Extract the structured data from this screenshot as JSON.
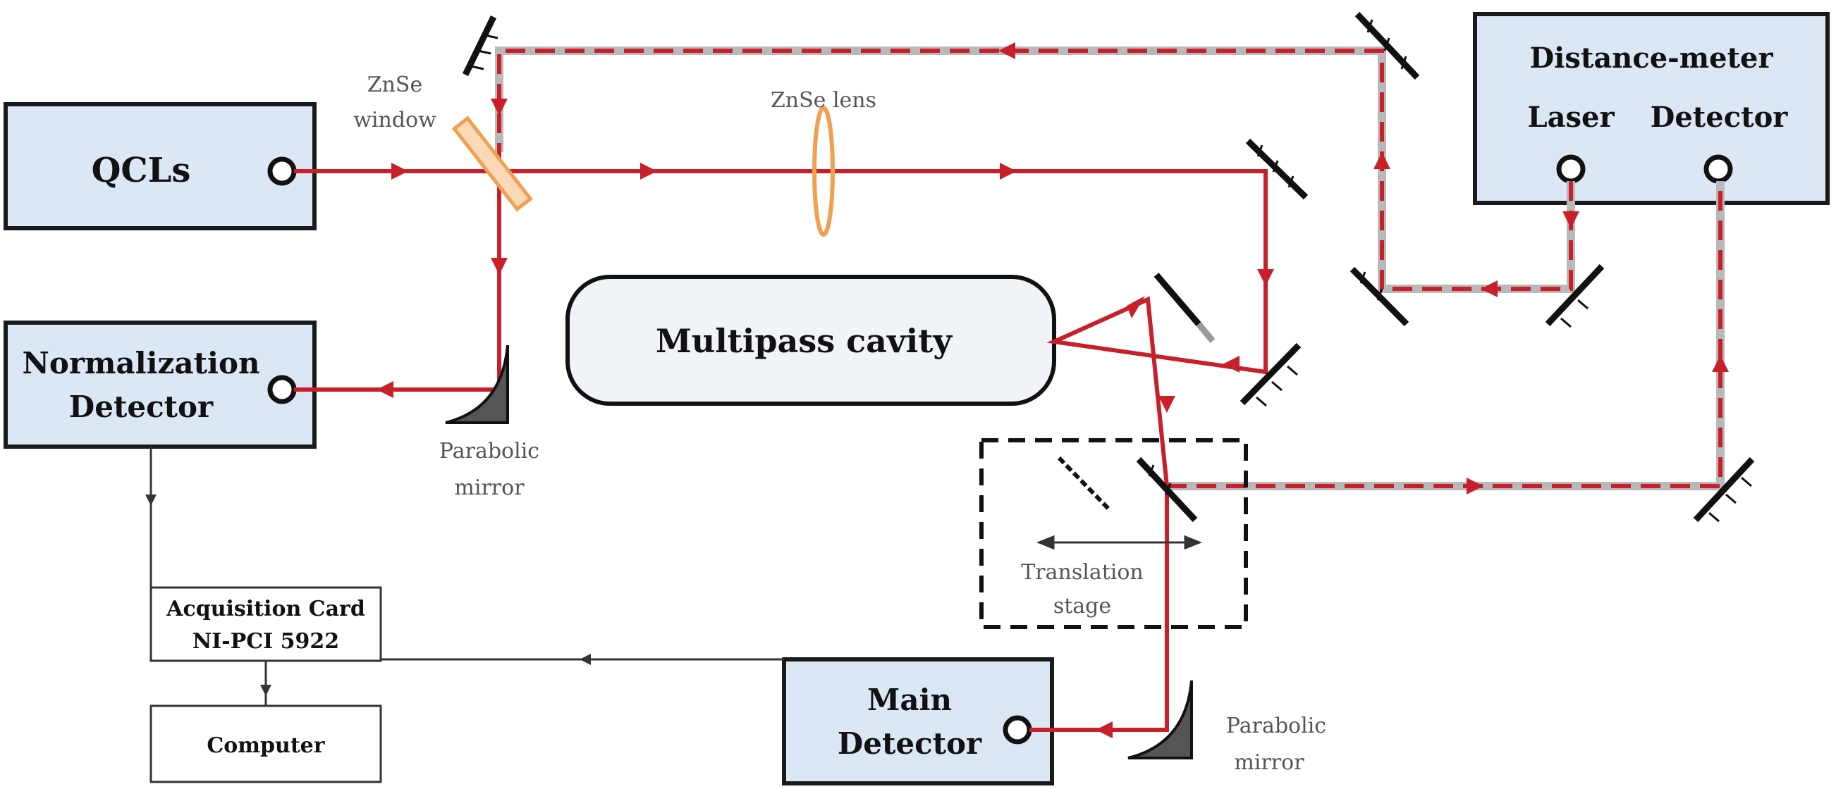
{
  "colors": {
    "beam": "#c8202a",
    "beam_dash_bg": "#b9b9b9",
    "box_fill": "#dbe7f5",
    "box_stroke": "#1a1a1a",
    "cavity_fill": "#f0f3f8",
    "optic": "#f0a050",
    "signal_line": "#333333"
  },
  "labels": {
    "qcls": "QCLs",
    "normalization_line1": "Normalization",
    "normalization_line2": "Detector",
    "multipass": "Multipass cavity",
    "main_line1": "Main",
    "main_line2": "Detector",
    "distance_meter": "Distance-meter",
    "laser": "Laser",
    "detector": "Detector",
    "acq_line1": "Acquisition Card",
    "acq_line2": "NI-PCI 5922",
    "computer": "Computer",
    "znse_window_line1": "ZnSe",
    "znse_window_line2": "window",
    "znse_lens": "ZnSe lens",
    "parabolic_line1": "Parabolic",
    "parabolic_line2": "mirror",
    "translation_line1": "Translation",
    "translation_line2": "stage"
  }
}
